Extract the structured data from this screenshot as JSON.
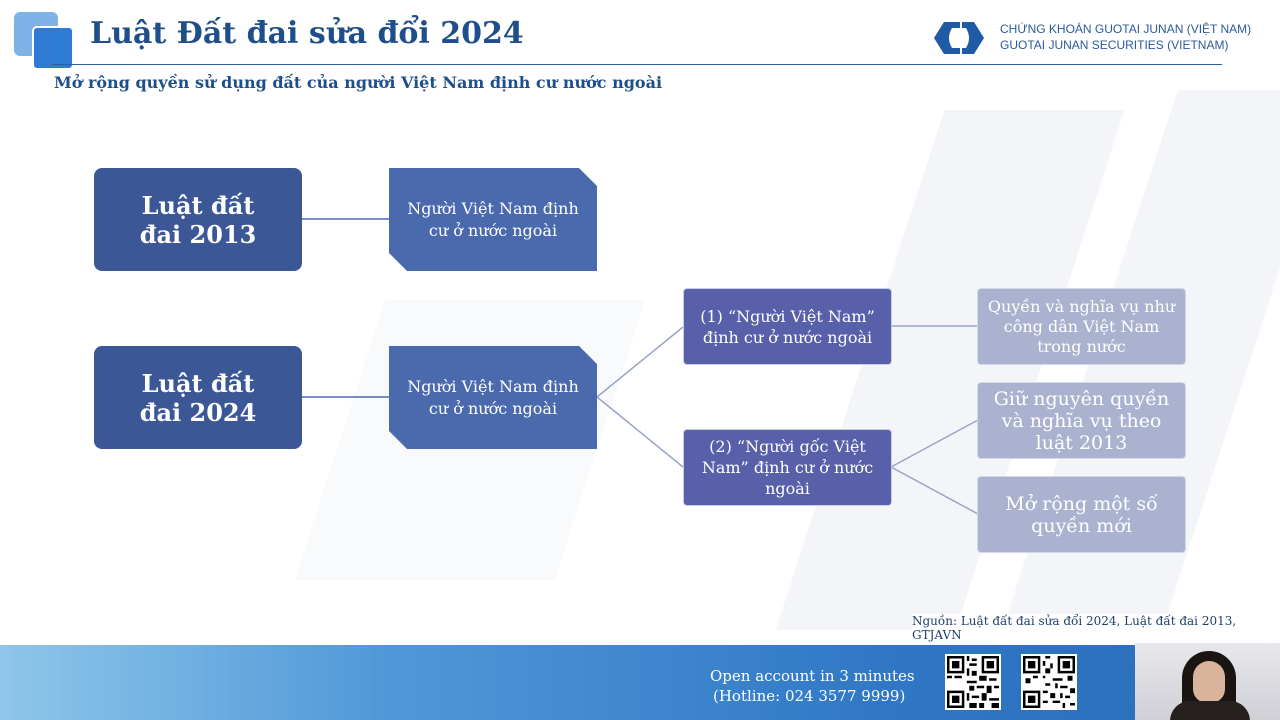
{
  "header": {
    "title": "Luật Đất đai sửa đổi 2024",
    "subtitle": "Mở rộng quyền sử dụng đất của người Việt Nam định cư nước ngoài",
    "brand_vn": "CHỨNG KHOÁN GUOTAI JUNAN (VIỆT NAM)",
    "brand_en": "GUOTAI JUNAN SECURITIES (VIETNAM)"
  },
  "diagram": {
    "law_2013": "Luật đất đai 2013",
    "law_2013_subject": "Người Việt Nam định cư ở nước ngoài",
    "law_2024": "Luật đất đai 2024",
    "law_2024_subject": "Người Việt Nam định cư ở nước ngoài",
    "group1": "(1) “Người Việt Nam” định cư ở nước ngoài",
    "group2": "(2) “Người gốc Việt Nam” định cư ở nước ngoài",
    "right1": "Quyền và nghĩa vụ như công dân Việt Nam trong nước",
    "right2": "Giữ nguyên quyền và nghĩa vụ theo luật 2013",
    "right3": "Mở rộng một số quyền mới"
  },
  "source": "Nguồn: Luật đất đai sửa đổi 2024, Luật đất đai 2013, GTJAVN",
  "footer": {
    "line1": "Open account in 3 minutes",
    "line2": "(Hotline: 024 3577 9999)"
  },
  "colors": {
    "title": "#1f4f8a",
    "law_box": "#3c5796",
    "subject_box": "#4a6aad",
    "group_box": "#5760a9",
    "right_box": "#aab2cf"
  }
}
